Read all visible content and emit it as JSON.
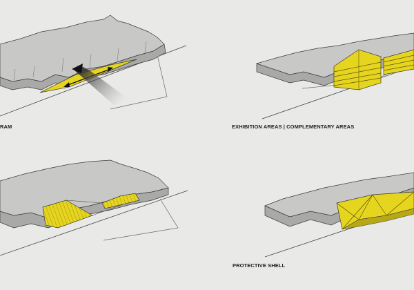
{
  "captions": {
    "panel_1": "RAM",
    "panel_2": "EXHIBITION AREAS | COMPLEMENTARY AREAS",
    "panel_3": "",
    "panel_4": "PROTECTIVE SHELL"
  },
  "colors": {
    "background": "#e9e9e7",
    "building_top": "#c8c8c6",
    "building_side": "#a9a9a7",
    "outline": "#3a3a3a",
    "accent_yellow": "#e6d51f",
    "accent_yellow_dark": "#b8a816"
  }
}
